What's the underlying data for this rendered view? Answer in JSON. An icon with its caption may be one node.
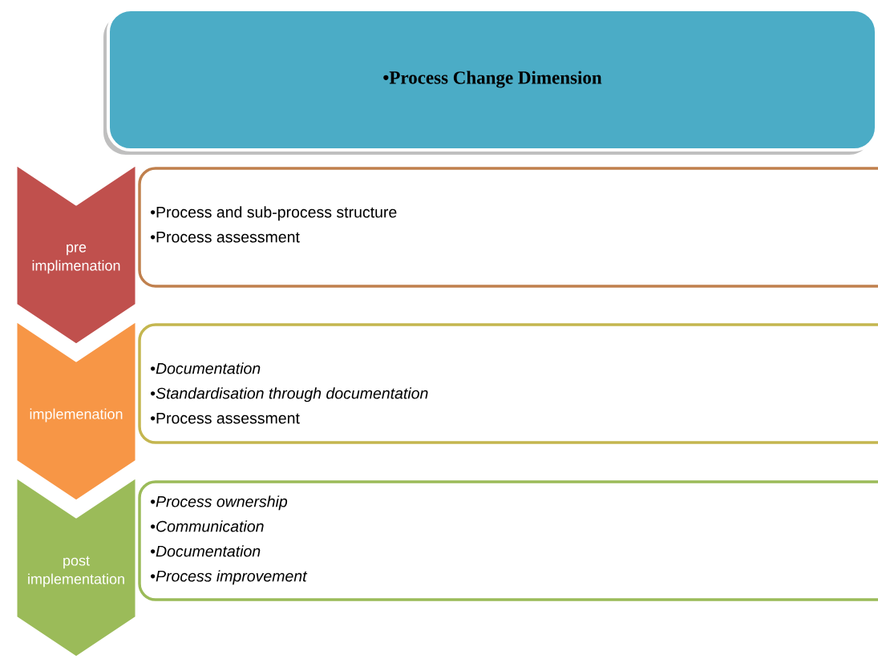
{
  "diagram": {
    "nodes": [
      {
        "text": [
          "•Process Change Dimension"
        ]
      },
      {
        "text": [
          "pre implimenation"
        ]
      },
      {
        "text": [
          "•Process and sub-process structure",
          "•Process assessment"
        ]
      },
      {
        "text": [
          "implemenation"
        ]
      },
      {
        "text": [
          "•*Documentation*",
          "•*Standardisation through documentation*",
          "•Process assessment"
        ]
      },
      {
        "text": [
          "post implementation"
        ]
      },
      {
        "text": [
          "•*Process ownership*",
          "•*Communication*",
          "•*Documentation*",
          "•*Process improvement*"
        ]
      }
    ]
  }
}
